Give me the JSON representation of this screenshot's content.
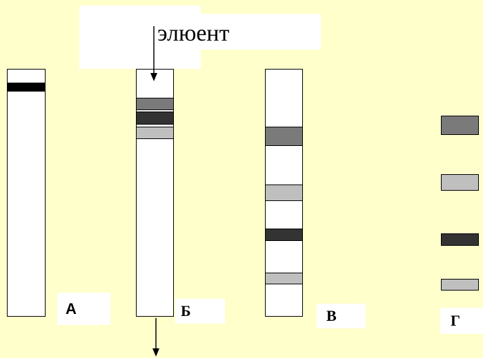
{
  "eluent_label": "элюент",
  "columns": [
    {
      "label": "А"
    },
    {
      "label": "Б"
    },
    {
      "label": "В"
    },
    {
      "label": "Г"
    }
  ],
  "colors": {
    "background": "#ffffcc",
    "band_black": "#000000",
    "band_dark_gray": "#333333",
    "band_gray": "#7a7a7a",
    "band_light_gray": "#bfbfbf"
  }
}
